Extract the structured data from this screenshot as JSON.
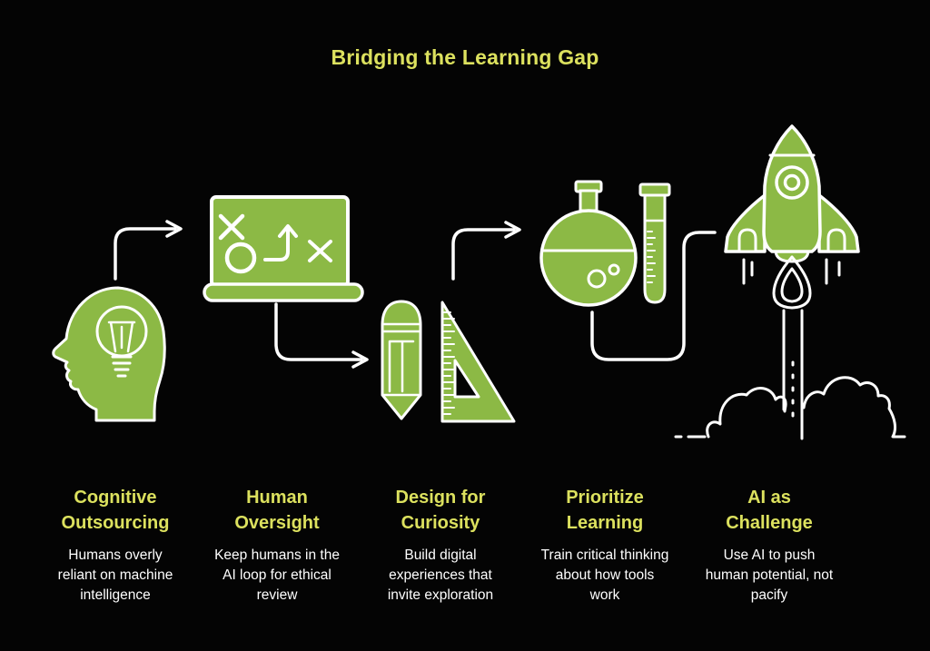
{
  "title": "Bridging the Learning Gap",
  "colors": {
    "background": "#040404",
    "accent": "#8cb945",
    "heading": "#dce15e",
    "body_text": "#ffffff",
    "line": "#ffffff"
  },
  "steps": [
    {
      "icon": "head-lightbulb",
      "heading_lines": [
        "Cognitive",
        "Outsourcing"
      ],
      "description_lines": [
        "Humans overly",
        "reliant on machine",
        "intelligence"
      ]
    },
    {
      "icon": "strategy-board",
      "heading_lines": [
        "Human",
        "Oversight"
      ],
      "description_lines": [
        "Keep humans in the",
        "AI loop for ethical",
        "review"
      ]
    },
    {
      "icon": "pencil-and-set-square",
      "heading_lines": [
        "Design for",
        "Curiosity"
      ],
      "description_lines": [
        "Build digital",
        "experiences that",
        "invite exploration"
      ]
    },
    {
      "icon": "flask-and-test-tube",
      "heading_lines": [
        "Prioritize",
        "Learning"
      ],
      "description_lines": [
        "Train critical thinking",
        "about how tools",
        "work"
      ]
    },
    {
      "icon": "rocket-launch",
      "heading_lines": [
        "AI as",
        "Challenge"
      ],
      "description_lines": [
        "Use AI to push",
        "human potential, not",
        "pacify"
      ]
    }
  ]
}
